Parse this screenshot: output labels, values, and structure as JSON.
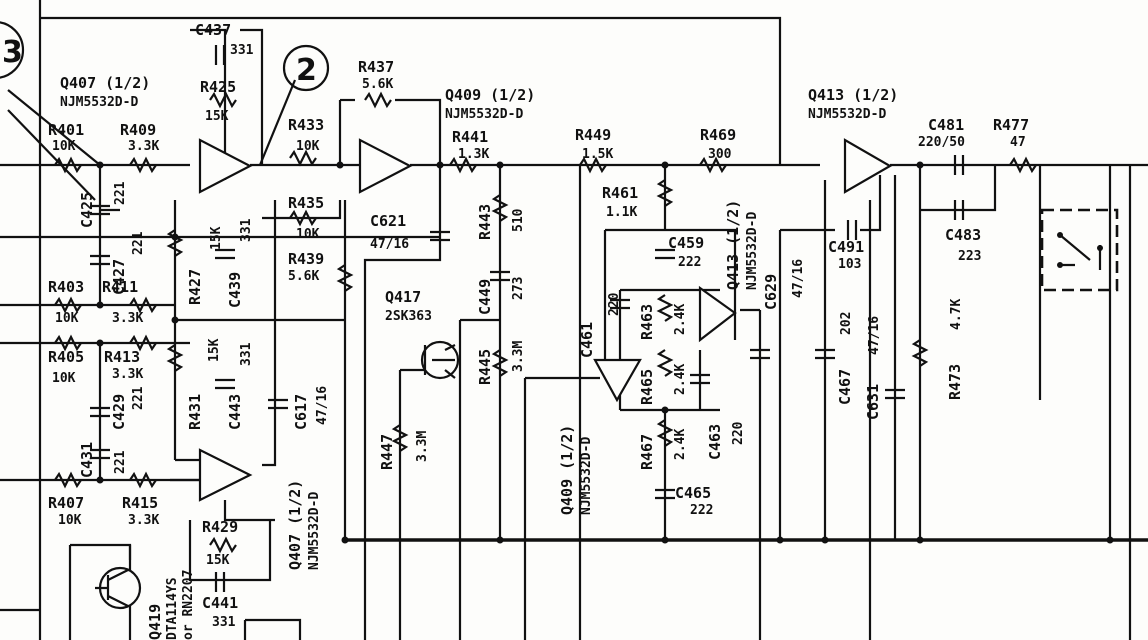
{
  "markers": {
    "left": "3",
    "circle": "2"
  },
  "opamps": {
    "q407_top": {
      "name": "Q407 (1/2)",
      "part": "NJM5532D-D"
    },
    "q407_bottom": {
      "name": "Q407 (1/2)",
      "part": "NJM5532D-D"
    },
    "q409_top": {
      "name": "Q409 (1/2)",
      "part": "NJM5532D-D"
    },
    "q409_bottom": {
      "name": "Q409 (1/2)",
      "part": "NJM5532D-D"
    },
    "q413_top": {
      "name": "Q413 (1/2)",
      "part": "NJM5532D-D"
    },
    "q413_mid": {
      "name": "Q413 (1/2)",
      "part": "NJM5532D-D"
    }
  },
  "transistors": {
    "q417": {
      "name": "Q417",
      "part": "2SK363"
    },
    "q419": {
      "name": "Q419",
      "part": "DTA114YS",
      "alt": "or RN2207"
    }
  },
  "components": {
    "r401": {
      "ref": "R401",
      "value": "10K"
    },
    "r409": {
      "ref": "R409",
      "value": "3.3K"
    },
    "r403": {
      "ref": "R403",
      "value": "10K"
    },
    "r411": {
      "ref": "R411",
      "value": "3.3K"
    },
    "r405": {
      "ref": "R405",
      "value": "10K"
    },
    "r413": {
      "ref": "R413",
      "value": "3.3K"
    },
    "r407": {
      "ref": "R407",
      "value": "10K"
    },
    "r415": {
      "ref": "R415",
      "value": "3.3K"
    },
    "r425": {
      "ref": "R425",
      "value": "15K"
    },
    "r427": {
      "ref": "R427",
      "value": "15K"
    },
    "r431": {
      "ref": "R431",
      "value": "15K"
    },
    "r429": {
      "ref": "R429",
      "value": "15K"
    },
    "r433": {
      "ref": "R433",
      "value": "10K"
    },
    "r435": {
      "ref": "R435",
      "value": "10K"
    },
    "r437": {
      "ref": "R437",
      "value": "5.6K"
    },
    "r439": {
      "ref": "R439",
      "value": "5.6K"
    },
    "r441": {
      "ref": "R441",
      "value": "1.3K"
    },
    "r443": {
      "ref": "R443",
      "value": "510"
    },
    "r445": {
      "ref": "R445",
      "value": "3.3M"
    },
    "r447": {
      "ref": "R447",
      "value": "3.3M"
    },
    "r449": {
      "ref": "R449",
      "value": "1.5K"
    },
    "r461": {
      "ref": "R461",
      "value": "1.1K"
    },
    "r463": {
      "ref": "R463",
      "value": "2.4K"
    },
    "r465": {
      "ref": "R465",
      "value": "2.4K"
    },
    "r467": {
      "ref": "R467",
      "value": "2.4K"
    },
    "r469": {
      "ref": "R469",
      "value": "300"
    },
    "r473": {
      "ref": "R473",
      "value": "4.7K"
    },
    "r477": {
      "ref": "R477",
      "value": "47"
    },
    "c425": {
      "ref": "C425",
      "value": "221"
    },
    "c427": {
      "ref": "C427",
      "value": "221"
    },
    "c429": {
      "ref": "C429",
      "value": "221"
    },
    "c431": {
      "ref": "C431",
      "value": "221"
    },
    "c437": {
      "ref": "C437",
      "value": "331"
    },
    "c439": {
      "ref": "C439",
      "value": "331"
    },
    "c441": {
      "ref": "C441",
      "value": "331"
    },
    "c443": {
      "ref": "C443",
      "value": "331"
    },
    "c449": {
      "ref": "C449",
      "value": "273"
    },
    "c459": {
      "ref": "C459",
      "value": "222"
    },
    "c461": {
      "ref": "C461",
      "value": "220"
    },
    "c463": {
      "ref": "C463",
      "value": "220"
    },
    "c465": {
      "ref": "C465",
      "value": "222"
    },
    "c467": {
      "ref": "C467",
      "value": "202"
    },
    "c481": {
      "ref": "C481",
      "value": "220/50"
    },
    "c483": {
      "ref": "C483",
      "value": "223"
    },
    "c491": {
      "ref": "C491",
      "value": "103"
    },
    "c617": {
      "ref": "C617",
      "value": "47/16"
    },
    "c621": {
      "ref": "C621",
      "value": "47/16"
    },
    "c629": {
      "ref": "C629",
      "value": "47/16"
    },
    "c631": {
      "ref": "C631",
      "value": "47/16"
    }
  }
}
